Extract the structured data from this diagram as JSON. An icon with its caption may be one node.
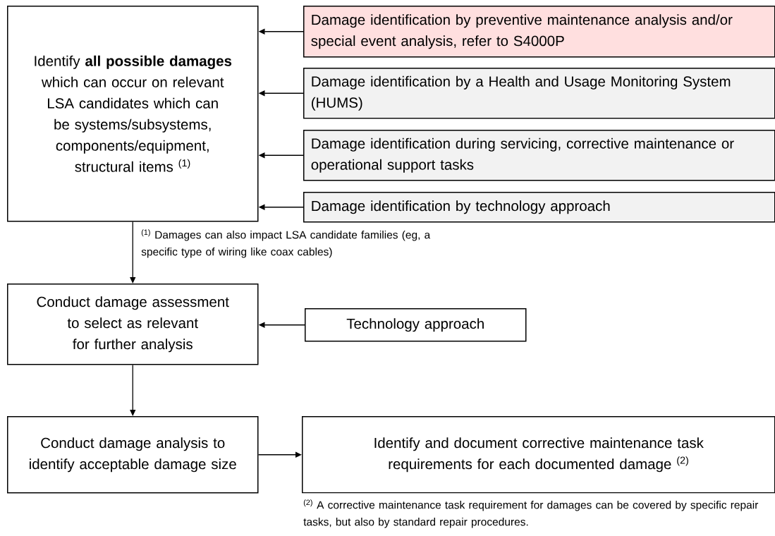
{
  "diagram": {
    "nodes": [
      {
        "text": [
          "Identify **all possible damages** which can occur on relevant LSA candidates which can be systems/subsystems, components/equipment, structural items $^{(1)}$"
        ]
      },
      {
        "text": [
          "Damage identification by preventive maintenance analysis and/or special event analysis, refer to S4000P"
        ]
      },
      {
        "text": [
          "Damage identification by a Health and Usage Monitoring System (HUMS)"
        ]
      },
      {
        "text": [
          "Damage identification during servicing, corrective maintenance or operational support tasks"
        ]
      },
      {
        "text": [
          "Damage identification by technology approach"
        ]
      },
      {
        "text": [
          "Conduct damage assessment to select as relevant for further analysis"
        ]
      },
      {
        "text": [
          "Technology approach"
        ]
      },
      {
        "text": [
          "Conduct damage analysis to identify acceptable damage size"
        ]
      },
      {
        "text": [
          "Identify and document corrective maintenance task requirements for each documented damage $^{(2)}$"
        ]
      }
    ],
    "edges": [
      {
        "from": 1,
        "to": 0,
        "arrow": "to"
      },
      {
        "from": 2,
        "to": 0,
        "arrow": "to"
      },
      {
        "from": 3,
        "to": 0,
        "arrow": "to"
      },
      {
        "from": 4,
        "to": 0,
        "arrow": "to"
      },
      {
        "from": 0,
        "to": 5,
        "arrow": "to"
      },
      {
        "from": 6,
        "to": 5,
        "arrow": "to"
      },
      {
        "from": 5,
        "to": 7,
        "arrow": "to"
      },
      {
        "from": 7,
        "to": 8,
        "arrow": "to"
      }
    ],
    "labels": [
      "$^{(1)}$ Damages can also impact LSA candidate families (eg, a specific type of wiring like coax cables)",
      "$^{(2)}$ A corrective maintenance task requirement for damages can be covered by specific repair tasks, but also by standard repair procedures."
    ]
  }
}
